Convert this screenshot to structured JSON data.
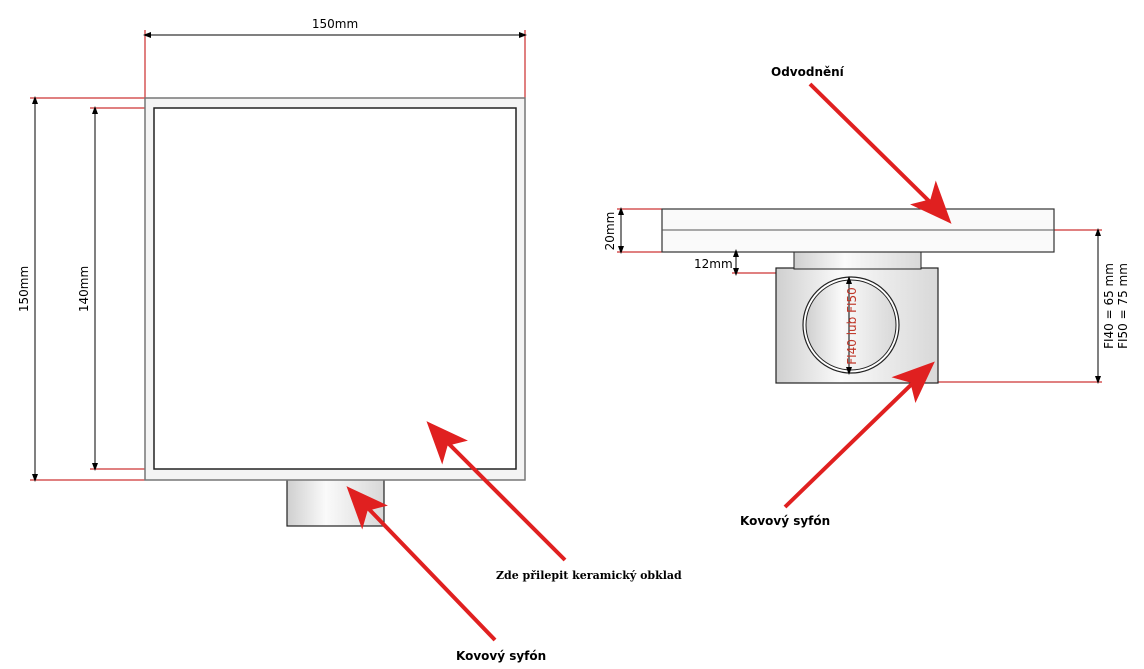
{
  "colors": {
    "arrow": "#e02020",
    "dim_line": "#c00000",
    "outline": "#333333"
  },
  "top_view": {
    "width_label": "150mm",
    "outer_height_label": "150mm",
    "inner_height_label": "140mm",
    "tile_note": "Zde přilepit keramický obklad",
    "siphon_label": "Kovový syfón"
  },
  "side_view": {
    "drain_label": "Odvodnění",
    "plate_height_label": "20mm",
    "gap_label": "12mm",
    "pipe_diameter_label": "FI40 lub FI50",
    "height_fi40": "FI40 = 65 mm",
    "height_fi50": "FI50 = 75 mm",
    "siphon_label": "Kovový syfón"
  }
}
